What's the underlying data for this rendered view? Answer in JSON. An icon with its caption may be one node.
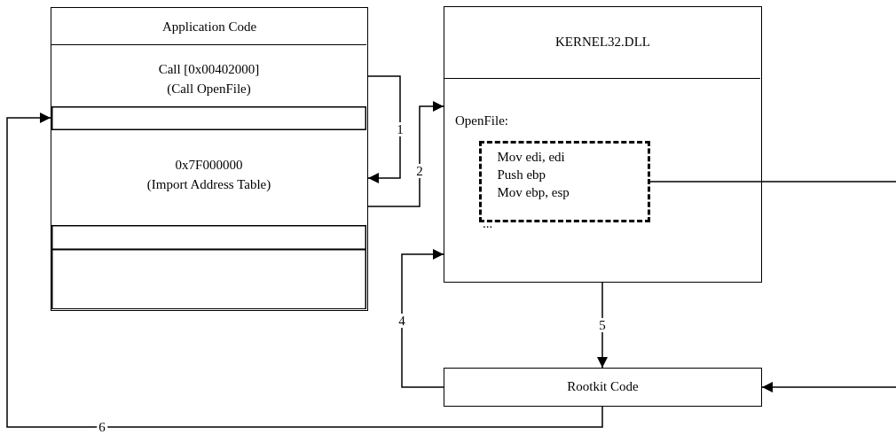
{
  "diagram": {
    "nodes": [
      {
        "text": [
          "Application Code"
        ]
      },
      {
        "text": [
          "Call [0x00402000]",
          "(Call OpenFile)"
        ],
        "in": 0
      },
      {
        "text": [],
        "shape": "box",
        "in": 0
      },
      {
        "text": [
          "0x7F000000",
          "(Import Address Table)"
        ],
        "in": 0
      },
      {
        "text": [],
        "shape": "box",
        "in": 0
      },
      {
        "text": [],
        "shape": "box",
        "in": 0
      },
      {
        "text": [
          "KERNEL32.DLL"
        ]
      },
      {
        "text": [
          "OpenFile:",
          "..."
        ],
        "in": 6
      },
      {
        "text": [
          "Mov edi, edi",
          "Push ebp",
          "Mov ebp, esp"
        ],
        "in": 7
      },
      {
        "text": [
          "Rootkit Code"
        ]
      }
    ],
    "edges": [
      {
        "from": 1,
        "to": 3,
        "arrow": "to",
        "label": "1"
      },
      {
        "from": 3,
        "to": 7,
        "arrow": "to",
        "label": "2"
      },
      {
        "from": 9,
        "to": 7,
        "arrow": "to",
        "label": "4"
      },
      {
        "from": 7,
        "to": 9,
        "arrow": "to",
        "label": "5"
      },
      {
        "from": 9,
        "to": 2,
        "arrow": "to",
        "label": "6"
      },
      {
        "from": 8,
        "to": null,
        "arrow": "none"
      },
      {
        "from": null,
        "to": 9,
        "arrow": "to"
      }
    ]
  }
}
